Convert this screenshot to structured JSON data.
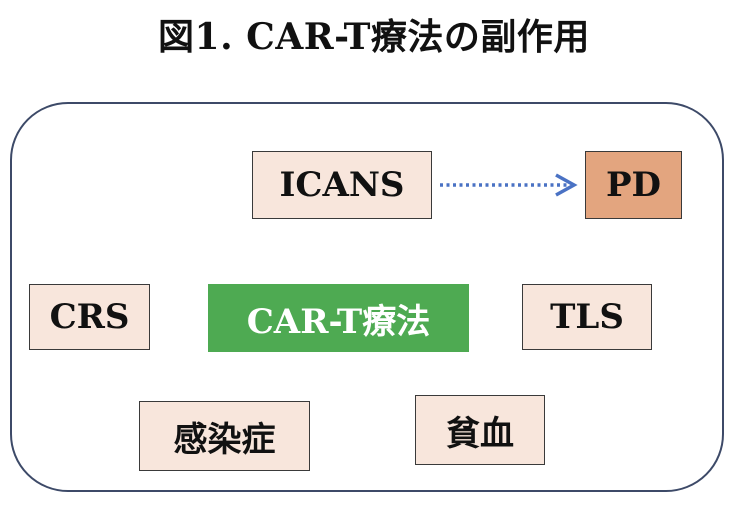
{
  "title": "図1. CAR-T療法の副作用",
  "center": {
    "label": "CAR-T療法"
  },
  "nodes": {
    "icans": "ICANS",
    "pd": "PD",
    "crs": "CRS",
    "tls": "TLS",
    "infection": "感染症",
    "anemia": "貧血"
  },
  "colors": {
    "node_fill": "#f8e6dc",
    "pd_fill": "#e3a57f",
    "center_fill": "#4eaa52",
    "arrow": "#4a72c4",
    "frame": "#3d4a68"
  }
}
